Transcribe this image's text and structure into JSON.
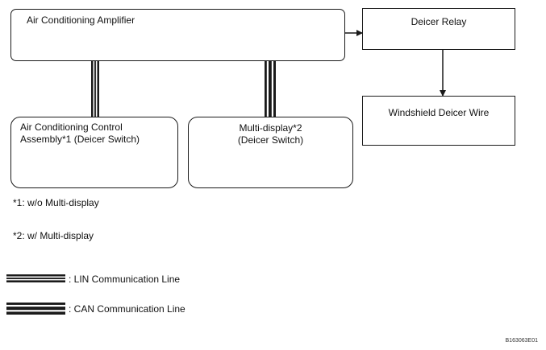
{
  "boxes": {
    "amplifier": "Air Conditioning Amplifier",
    "relay": "Deicer Relay",
    "windshield_wire": "Windshield Deicer Wire",
    "ac_control": "Air Conditioning Control\nAssembly*1 (Deicer Switch)",
    "multi_display": "Multi-display*2\n(Deicer Switch)"
  },
  "notes": {
    "note1": "*1: w/o Multi-display",
    "note2": "*2: w/ Multi-display"
  },
  "legend": {
    "lin": ": LIN Communication Line",
    "can": ": CAN Communication Line"
  },
  "figure_id": "B163063E01",
  "colors": {
    "line": "#1a1a1a",
    "background": "#ffffff"
  }
}
